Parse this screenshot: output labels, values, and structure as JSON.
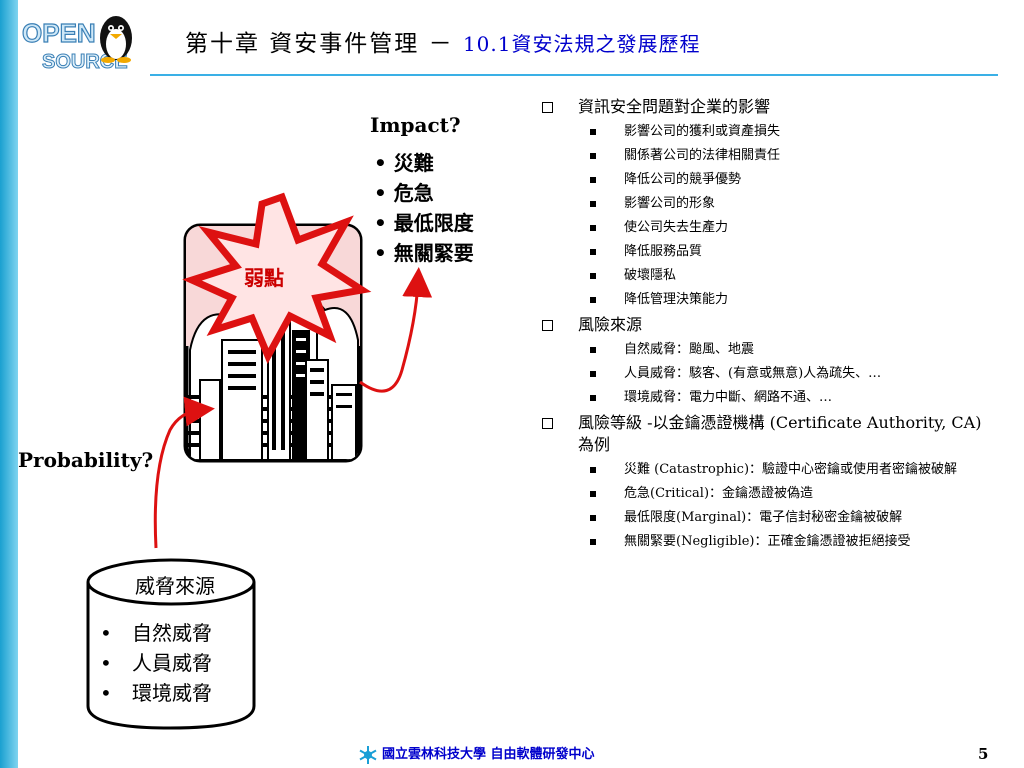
{
  "header": {
    "title_prefix": "第十章 資安事件管理 －",
    "title_section": "10.1資安法規之發展歷程",
    "logo_text": "OPEN SOURCE"
  },
  "diagram": {
    "impact_label": "Impact?",
    "impact_items": [
      "災難",
      "危急",
      "最低限度",
      "無關緊要"
    ],
    "vulnerability_label": "弱點",
    "probability_label": "Probability?",
    "threat_title": "威脅來源",
    "threat_items": [
      "自然威脅",
      "人員威脅",
      "環境威脅"
    ]
  },
  "content": {
    "sections": [
      {
        "heading": "資訊安全問題對企業的影響",
        "items": [
          "影響公司的獲利或資產損失",
          "關係著公司的法律相關責任",
          "降低公司的競爭優勢",
          "影響公司的形象",
          "使公司失去生產力",
          "降低服務品質",
          "破壞隱私",
          "降低管理決策能力"
        ]
      },
      {
        "heading": "風險來源",
        "items": [
          "自然威脅：颱風、地震",
          "人員威脅：駭客、(有意或無意)人為疏失、…",
          "環境威脅：電力中斷、網路不通、…"
        ]
      },
      {
        "heading": "風險等級 -以金鑰憑證機構 (Certificate Authority, CA) 為例",
        "items": [
          "災難 (Catastrophic)：驗證中心密鑰或使用者密鑰被破解",
          "危急(Critical)：金鑰憑證被偽造",
          "最低限度(Marginal)：電子信封秘密金鑰被破解",
          "無關緊要(Negligible)：正確金鑰憑證被拒絕接受"
        ]
      }
    ]
  },
  "footer": {
    "org": "國立雲林科技大學 自由軟體研發中心",
    "page": "5"
  },
  "colors": {
    "accent_blue": "#0000cc",
    "title_line": "#3ab0e6",
    "burst_red": "#dd1111",
    "burst_fill": "#ffe4e4"
  }
}
